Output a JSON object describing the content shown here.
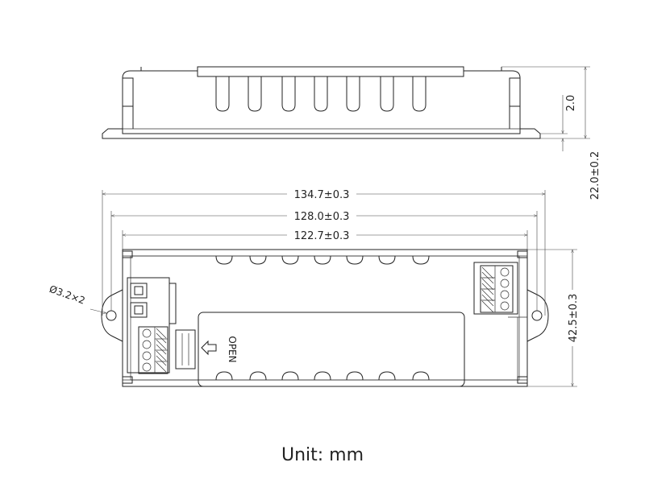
{
  "dimensions": {
    "overall_length": "134.7±0.3",
    "mount_pitch": "128.0±0.3",
    "body_length": "122.7±0.3",
    "width": "42.5±0.3",
    "height": "22.0±0.2",
    "flange_thickness": "2.0",
    "hole": "Ø3.2×2"
  },
  "labels": {
    "open": "OPEN",
    "unit": "Unit: mm"
  }
}
